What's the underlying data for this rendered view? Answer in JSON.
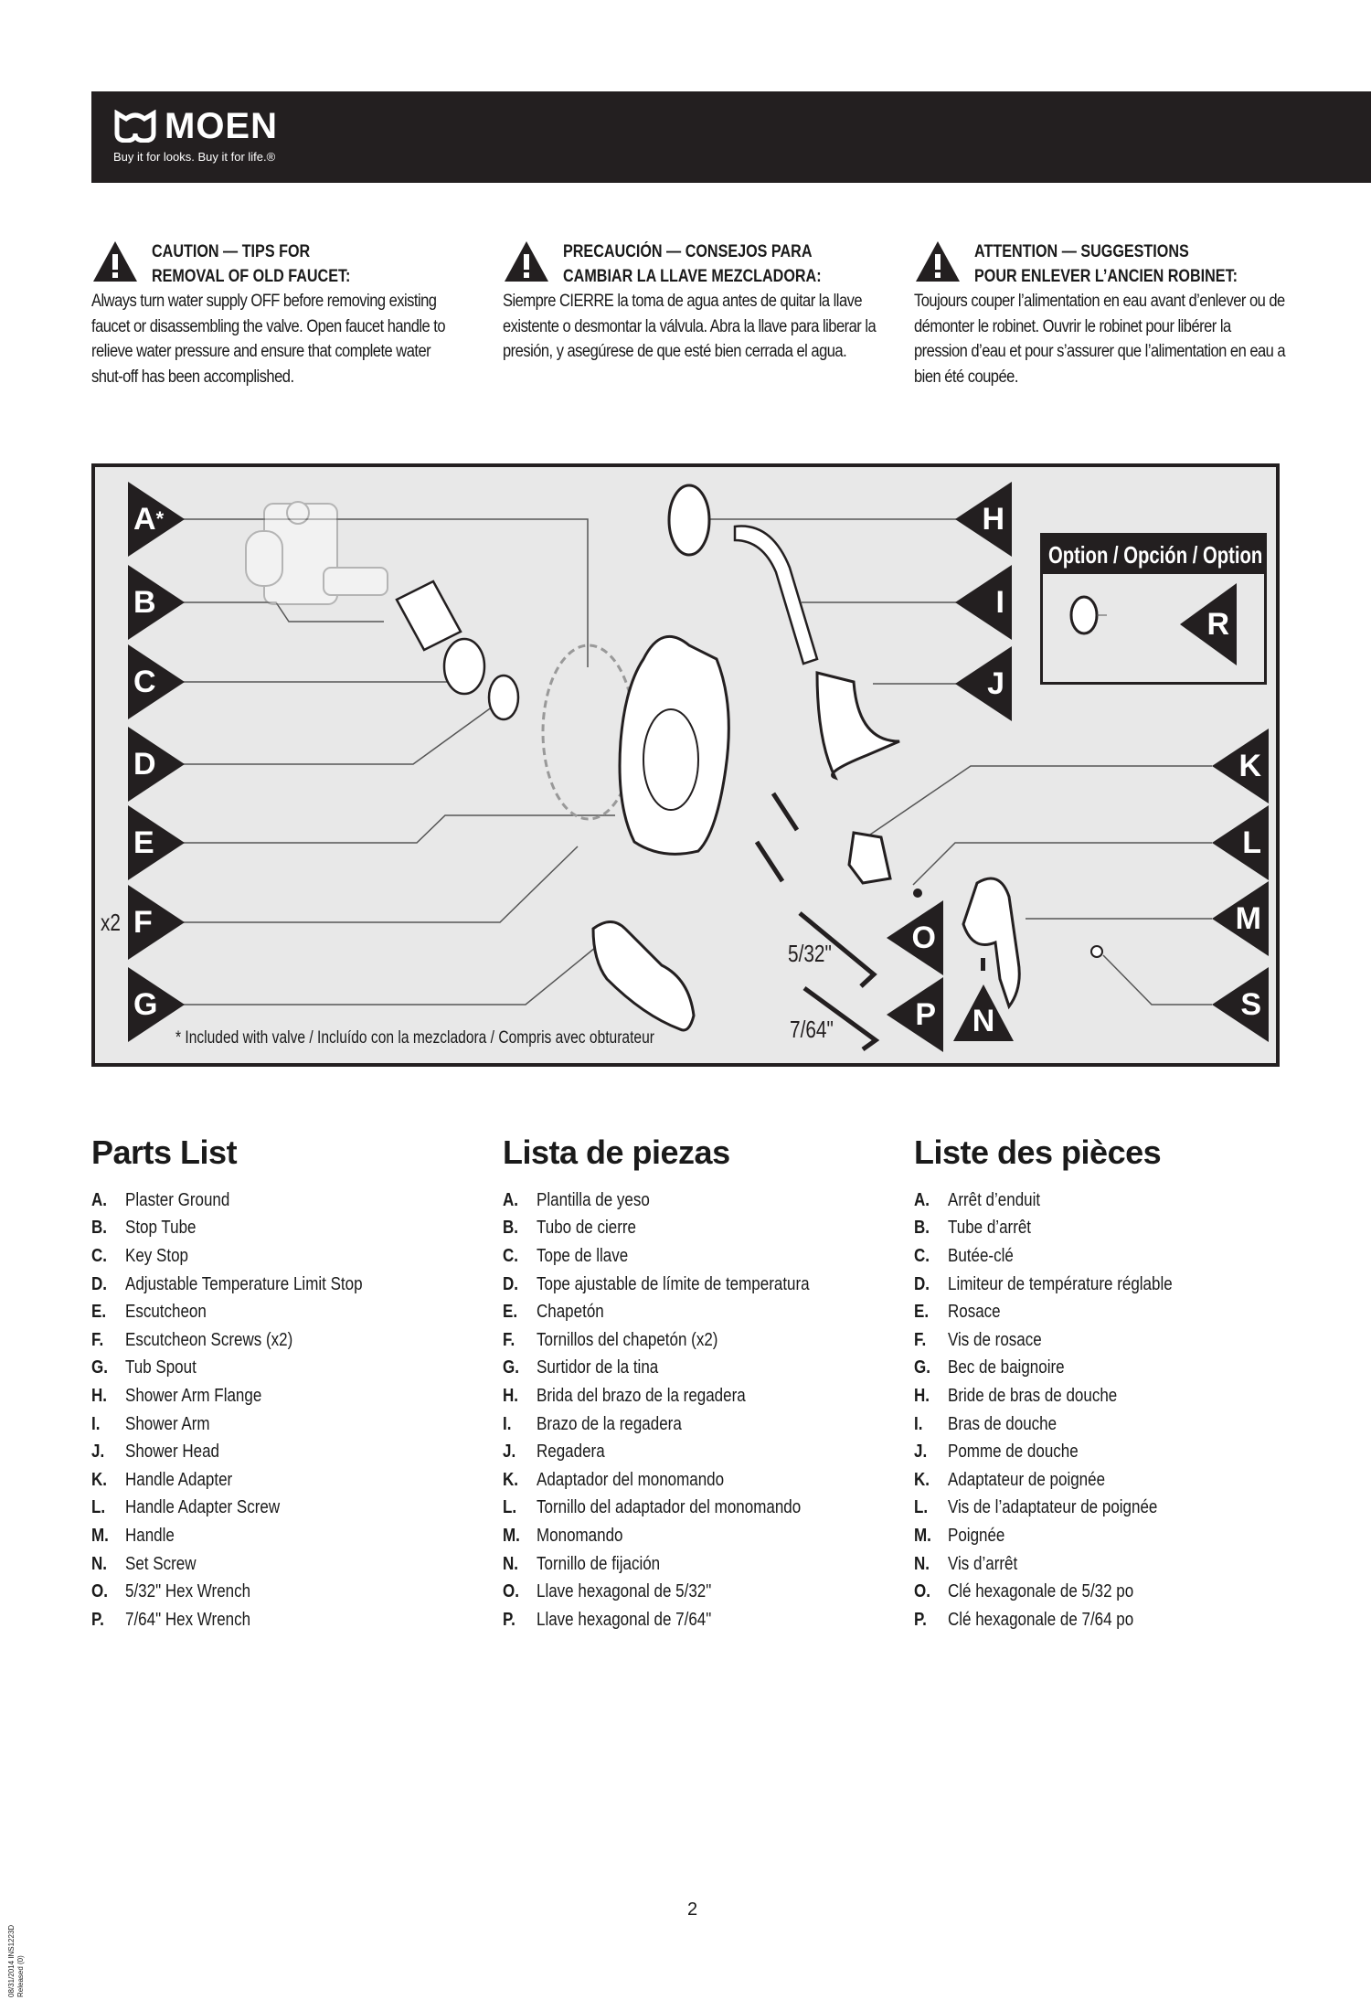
{
  "header": {
    "brand": "MOEN",
    "tagline": "Buy it for looks. Buy it for life.®"
  },
  "cautions": [
    {
      "title1": "CAUTION — TIPS FOR",
      "title2": "REMOVAL OF OLD FAUCET:",
      "body": "Always turn water supply OFF before removing existing faucet or disassembling the valve. Open faucet handle to relieve water pressure and ensure that complete water shut-off has been accomplished."
    },
    {
      "title1": "PRECAUCIÓN — CONSEJOS PARA",
      "title2": "CAMBIAR LA LLAVE MEZCLADORA:",
      "body": "Siempre CIERRE la toma de agua antes de quitar la llave existente o desmontar la válvula. Abra la llave para liberar la presión, y asegúrese de que esté bien cerrada el agua."
    },
    {
      "title1": "ATTENTION — SUGGESTIONS",
      "title2": "POUR ENLEVER L’ANCIEN ROBINET:",
      "body": "Toujours couper l’alimentation en eau avant d’enlever ou de démonter le robinet. Ouvrir le robinet pour libérer la pression d’eau et pour s’assurer que l’alimentation en eau a bien été coupée."
    }
  ],
  "diagram": {
    "left_labels": [
      "A",
      "B",
      "C",
      "D",
      "E",
      "F",
      "G"
    ],
    "a_mark": "*",
    "right_labels": [
      "H",
      "I",
      "J",
      "K",
      "L",
      "M",
      "S"
    ],
    "o": "O",
    "p": "P",
    "n": "N",
    "r": "R",
    "x2": "x2",
    "wrench_5_32": "5/32\"",
    "wrench_7_64": "7/64\"",
    "option_title": "Option / Opción / Option",
    "footnote": "* Included with valve / Incluído con la mezcladora / Compris avec obturateur"
  },
  "parts_lists": [
    {
      "title": "Parts List",
      "items": [
        [
          "A.",
          "Plaster Ground"
        ],
        [
          "B.",
          "Stop Tube"
        ],
        [
          "C.",
          "Key Stop"
        ],
        [
          "D.",
          "Adjustable Temperature Limit Stop"
        ],
        [
          "E.",
          "Escutcheon"
        ],
        [
          "F.",
          "Escutcheon Screws (x2)"
        ],
        [
          "G.",
          "Tub Spout"
        ],
        [
          "H.",
          "Shower Arm Flange"
        ],
        [
          "I.",
          "Shower Arm"
        ],
        [
          "J.",
          "Shower Head"
        ],
        [
          "K.",
          "Handle Adapter"
        ],
        [
          "L.",
          "Handle Adapter Screw"
        ],
        [
          "M.",
          "Handle"
        ],
        [
          "N.",
          "Set Screw"
        ],
        [
          "O.",
          "5/32\" Hex Wrench"
        ],
        [
          "P.",
          "7/64\" Hex Wrench"
        ]
      ]
    },
    {
      "title": "Lista de piezas",
      "items": [
        [
          "A.",
          "Plantilla de yeso"
        ],
        [
          "B.",
          "Tubo de cierre"
        ],
        [
          "C.",
          "Tope de llave"
        ],
        [
          "D.",
          "Tope ajustable de límite de temperatura"
        ],
        [
          "E.",
          "Chapetón"
        ],
        [
          "F.",
          "Tornillos del chapetón (x2)"
        ],
        [
          "G.",
          "Surtidor de la tina"
        ],
        [
          "H.",
          "Brida del brazo de la regadera"
        ],
        [
          "I.",
          "Brazo de la regadera"
        ],
        [
          "J.",
          "Regadera"
        ],
        [
          "K.",
          "Adaptador del monomando"
        ],
        [
          "L.",
          "Tornillo del adaptador del monomando"
        ],
        [
          "M.",
          "Monomando"
        ],
        [
          "N.",
          "Tornillo de fijación"
        ],
        [
          "O.",
          "Llave hexagonal de 5/32\""
        ],
        [
          "P.",
          "Llave hexagonal de 7/64\""
        ]
      ]
    },
    {
      "title": "Liste des pièces",
      "items": [
        [
          "A.",
          "Arrêt d’enduit"
        ],
        [
          "B.",
          "Tube d’arrêt"
        ],
        [
          "C.",
          "Butée-clé"
        ],
        [
          "D.",
          "Limiteur de température réglable"
        ],
        [
          "E.",
          "Rosace"
        ],
        [
          "F.",
          "Vis de rosace"
        ],
        [
          "G.",
          "Bec de baignoire"
        ],
        [
          "H.",
          "Bride de bras de douche"
        ],
        [
          "I.",
          "Bras de douche"
        ],
        [
          "J.",
          "Pomme de douche"
        ],
        [
          "K.",
          "Adaptateur de poignée"
        ],
        [
          "L.",
          "Vis de l’adaptateur de poignée"
        ],
        [
          "M.",
          "Poignée"
        ],
        [
          "N.",
          "Vis d’arrêt"
        ],
        [
          "O.",
          "Clé hexagonale de 5/32 po"
        ],
        [
          "P.",
          "Clé hexagonale de 7/64 po"
        ]
      ]
    }
  ],
  "page_number": "2",
  "doc_id": {
    "line1": "08/31/2014 INS1223D",
    "line2": "Released (0)"
  }
}
